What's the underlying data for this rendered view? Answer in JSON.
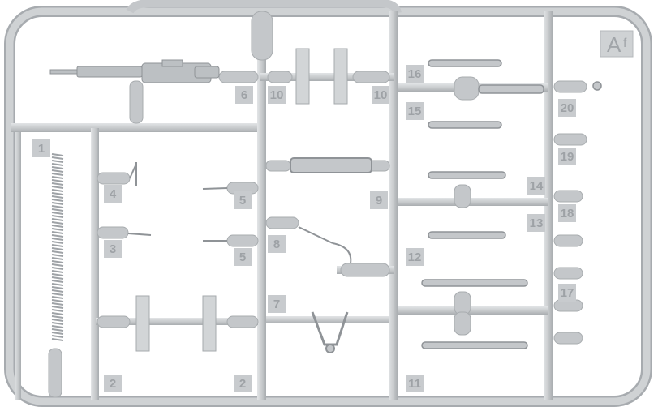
{
  "sprue": {
    "letter": "A",
    "letter_suffix": "f",
    "part_numbers": [
      "1",
      "2",
      "2",
      "3",
      "4",
      "5",
      "5",
      "6",
      "7",
      "8",
      "9",
      "10",
      "10",
      "11",
      "12",
      "13",
      "14",
      "15",
      "16",
      "17",
      "18",
      "19",
      "20"
    ]
  },
  "colors": {
    "plastic": "#c9ccce",
    "plastic_shadow": "#aeb2b5",
    "plastic_highlight": "#e6e8ea",
    "background": "#ffffff"
  }
}
